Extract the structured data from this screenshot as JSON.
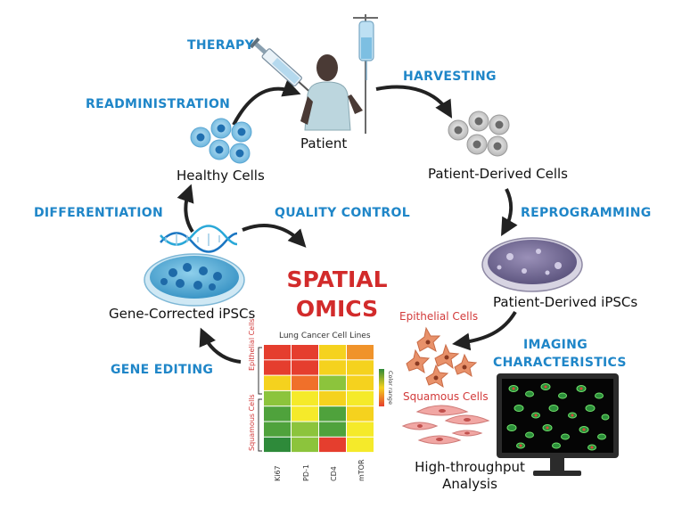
{
  "steps": {
    "therapy": "THERAPY",
    "harvesting": "HARVESTING",
    "readministration": "READMINISTRATION",
    "differentiation": "DIFFERENTIATION",
    "quality_control": "QUALITY CONTROL",
    "reprogramming": "REPROGRAMMING",
    "gene_editing": "GENE EDITING",
    "imaging": "IMAGING CHARACTERISTICS"
  },
  "nodes": {
    "patient": "Patient",
    "healthy_cells": "Healthy Cells",
    "patient_derived_cells": "Patient-Derived Cells",
    "patient_derived_ipscs": "Patient-Derived iPSCs",
    "gene_corrected_ipscs": "Gene-Corrected iPSCs",
    "high_throughput": "High-throughput Analysis"
  },
  "center": {
    "spatial": "SPATIAL",
    "omics": "OMICS"
  },
  "cell_labels": {
    "epithelial": "Epithelial Cells",
    "squamous": "Squamous Cells"
  },
  "heatmap": {
    "title": "Lung Cancer Cell Lines",
    "columns": [
      "Ki67",
      "PD-1",
      "CD4",
      "mTOR"
    ],
    "row_groups": [
      "Epithelial Cells",
      "Squamous Cells"
    ],
    "colorbar_label": "Color range",
    "colors": [
      [
        "#e53e2e",
        "#e53e2e",
        "#f5d21e",
        "#f0932a"
      ],
      [
        "#e53e2e",
        "#e53e2e",
        "#f5d21e",
        "#f5d21e"
      ],
      [
        "#f5d21e",
        "#f0702a",
        "#8cc43c",
        "#f5d21e"
      ],
      [
        "#8cc43c",
        "#f5ea2a",
        "#f5d21e",
        "#f5ea2a"
      ],
      [
        "#4fa23c",
        "#f5ea2a",
        "#4fa23c",
        "#f5d21e"
      ],
      [
        "#4fa23c",
        "#8cc43c",
        "#4fa23c",
        "#f5ea2a"
      ],
      [
        "#2e8a3a",
        "#8cc43c",
        "#e53e2e",
        "#f5ea2a"
      ]
    ]
  }
}
